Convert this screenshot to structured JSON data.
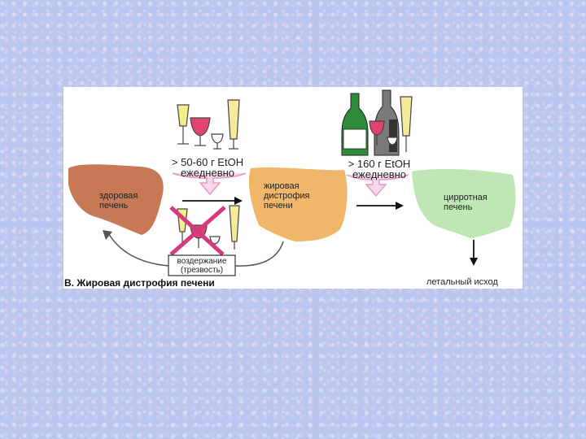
{
  "figure": {
    "title_letter": "В.",
    "title_text": "Жировая дистрофия печени",
    "healthy_liver": {
      "line1": "здоровая",
      "line2": "печень",
      "color": "#c77956"
    },
    "fatty_liver": {
      "line1": "жировая",
      "line2": "дистрофия",
      "line3": "печени",
      "color": "#f0b76a"
    },
    "cirrhotic_liver": {
      "line1": "цирротная",
      "line2": "печень",
      "color": "#bfe6b5"
    },
    "dose_moderate": {
      "line1": "> 50-60 г EtOH",
      "line2": "ежедневно"
    },
    "dose_high": {
      "line1": "> 160 г EtOH",
      "line2": "ежедневно"
    },
    "abstinence": {
      "line1": "воздержание",
      "line2": "(трезвость)"
    },
    "outcome": "летальный исход",
    "colors": {
      "arrow_fill": "#f7d7e8",
      "arrow_stroke": "#e39ac1",
      "cross": "#d63a7e"
    }
  }
}
